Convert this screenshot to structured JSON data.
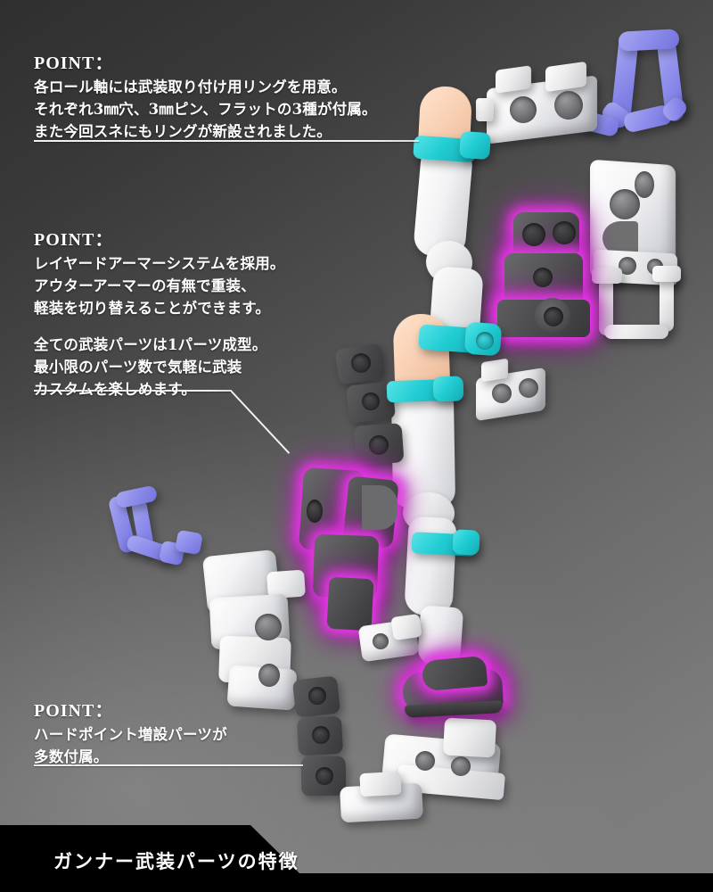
{
  "page": {
    "background_dark": "#2f2f2f",
    "background_light": "#7f7f7f"
  },
  "points": [
    {
      "id": "point-1",
      "heading": "POINT：",
      "paragraphs": [
        "各ロール軸には武装取り付け用リングを用意。\nそれぞれ3㎜穴、3㎜ピン、フラットの3種が付属。\nまた今回スネにもリングが新設されました。"
      ]
    },
    {
      "id": "point-2",
      "heading": "POINT：",
      "paragraphs": [
        "レイヤードアーマーシステムを採用。\nアウターアーマーの有無で重装、\n軽装を切り替えることができます。",
        "全ての武装パーツは1パーツ成型。\n最小限のパーツ数で気軽に武装\nカスタムを楽しめます。"
      ]
    },
    {
      "id": "point-3",
      "heading": "POINT：",
      "paragraphs": [
        "ハードポイント増設パーツが\n多数付属。"
      ]
    }
  ],
  "banner": {
    "label": "ガンナー武装パーツの特徴",
    "background": "#000000",
    "text_color": "#ffffff"
  },
  "palette": {
    "skin": "#f8cfb2",
    "cyan_ring": "#22cdd4",
    "white_armor": "#f3f3f5",
    "dark_armor": "#4a4a4c",
    "periwinkle": "#8d8deb",
    "glow_magenta": "#ec38ec"
  },
  "parts": {
    "leg": "bare-leg-with-cyan-rings",
    "highlighted": [
      "knee-armor-module",
      "thigh-armor-module",
      "sneaker-shoe"
    ],
    "accessory_groups": [
      "white-hardpoint-brackets",
      "dark-hardpoint-connectors",
      "periwinkle-handles",
      "white-frame-clamps"
    ]
  }
}
